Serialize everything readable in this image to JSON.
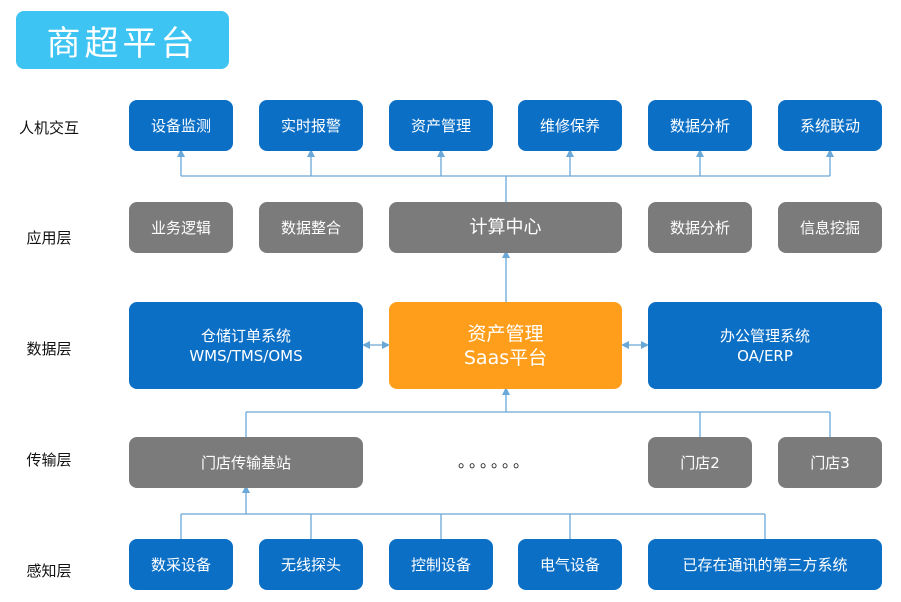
{
  "title": "商超平台",
  "layers": {
    "hmi": "人机交互",
    "app": "应用层",
    "data": "数据层",
    "transport": "传输层",
    "sense": "感知层"
  },
  "hmi_boxes": [
    "设备监测",
    "实时报警",
    "资产管理",
    "维修保养",
    "数据分析",
    "系统联动"
  ],
  "app_boxes": {
    "logic": "业务逻辑",
    "integrate": "数据整合",
    "compute": "计算中心",
    "analysis": "数据分析",
    "mining": "信息挖掘"
  },
  "data_boxes": {
    "left_line1": "仓储订单系统",
    "left_line2": "WMS/TMS/OMS",
    "center_line1": "资产管理",
    "center_line2": "Saas平台",
    "right_line1": "办公管理系统",
    "right_line2": "OA/ERP"
  },
  "transport_boxes": {
    "base_station": "门店传输基站",
    "ellipsis": "。。。。。。",
    "store2": "门店2",
    "store3": "门店3"
  },
  "sense_boxes": [
    "数采设备",
    "无线探头",
    "控制设备",
    "电气设备",
    "已存在通讯的第三方系统"
  ],
  "colors": {
    "banner": "#3dc4f3",
    "blue": "#0b6fc6",
    "gray": "#7b7b7b",
    "orange": "#ff9e1b",
    "connector": "#6aa8d8"
  }
}
